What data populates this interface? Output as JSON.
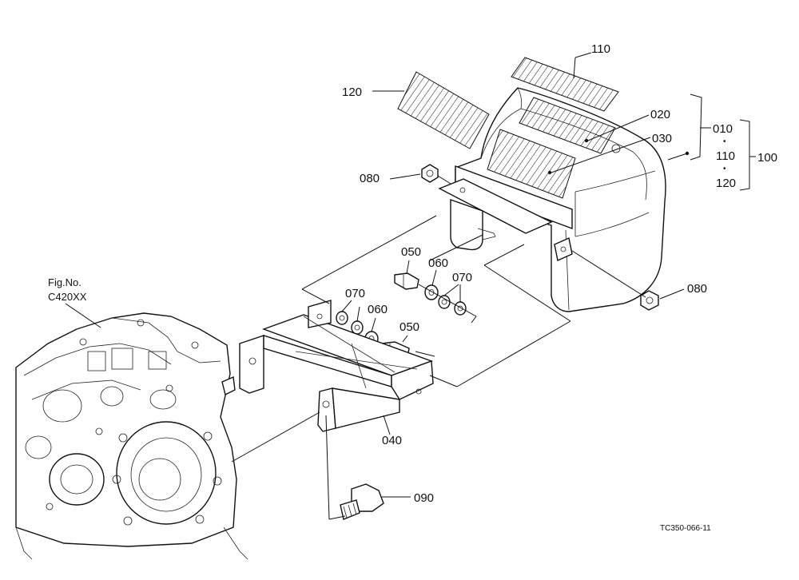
{
  "figure": {
    "ref_label_line1": "Fig.No.",
    "ref_label_line2": "C420XX",
    "drawing_code": "TC350-066-11"
  },
  "callouts": {
    "p110_top": "110",
    "p120_left": "120",
    "p020": "020",
    "p030": "030",
    "p010": "010",
    "p110_group": "110",
    "p120_group": "120",
    "p100": "100",
    "p080_upper": "080",
    "p080_right": "080",
    "p050_upper": "050",
    "p060_upper": "060",
    "p070_upper": "070",
    "p070_lower": "070",
    "p060_lower": "060",
    "p050_lower": "050",
    "p040": "040",
    "p090": "090"
  },
  "group_separator": "•"
}
